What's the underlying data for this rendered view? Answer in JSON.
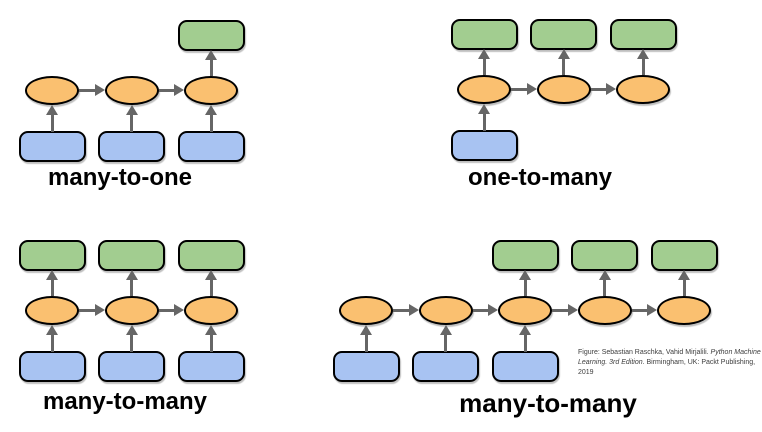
{
  "colors": {
    "input_box": "#A8C3F2",
    "hidden_node": "#FAC070",
    "output_box": "#A2CD90",
    "arrow": "#666666",
    "shape_border": "#000000"
  },
  "caption": {
    "prefix": "Figure: Sebastian Raschka, Vahid Mirjalili. ",
    "italic": "Python Machine Learning. 3rd Edition",
    "suffix": ". Birmingham, UK: Packt Publishing, 2019"
  },
  "diagrams": [
    {
      "id": "many-to-one",
      "label": "many-to-one",
      "hidden_slots": [
        0,
        1,
        2
      ],
      "input_slots": [
        0,
        1,
        2
      ],
      "output_slots": [
        2
      ]
    },
    {
      "id": "one-to-many",
      "label": "one-to-many",
      "hidden_slots": [
        0,
        1,
        2
      ],
      "input_slots": [
        0
      ],
      "output_slots": [
        0,
        1,
        2
      ]
    },
    {
      "id": "many-to-many-synced",
      "label": "many-to-many",
      "hidden_slots": [
        0,
        1,
        2
      ],
      "input_slots": [
        0,
        1,
        2
      ],
      "output_slots": [
        0,
        1,
        2
      ]
    },
    {
      "id": "many-to-many-delayed",
      "label": "many-to-many",
      "hidden_slots": [
        0,
        1,
        2,
        3,
        4
      ],
      "input_slots": [
        0,
        1,
        2
      ],
      "output_slots": [
        2,
        3,
        4
      ]
    }
  ]
}
